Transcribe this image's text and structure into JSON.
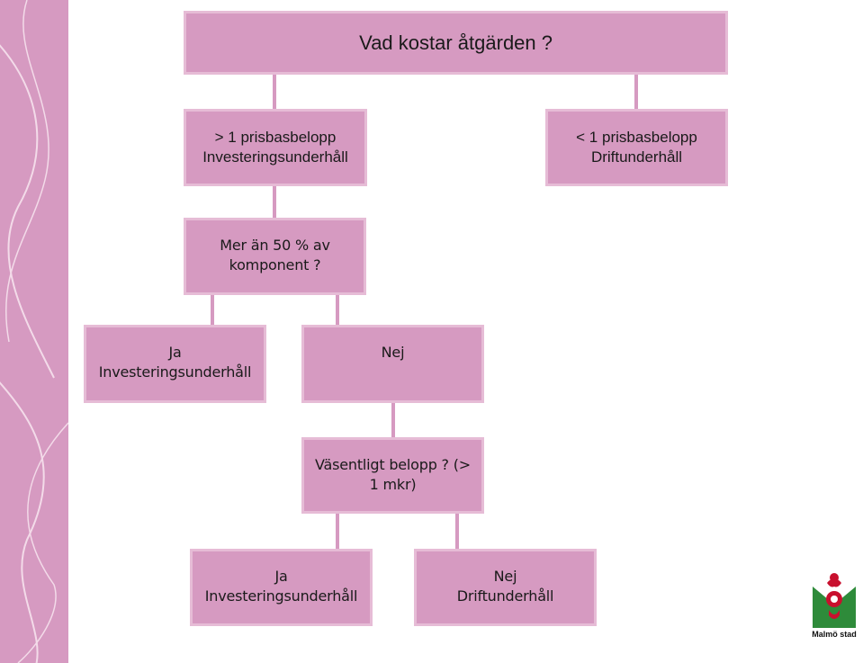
{
  "diagram": {
    "title": "Vad kostar åtgärden ?",
    "nodes": [
      {
        "id": "over_base",
        "text": "> 1 prisbasbelopp\nInvesteringsunderhåll"
      },
      {
        "id": "under_base",
        "text": "< 1 prisbasbelopp\nDriftunderhåll"
      },
      {
        "id": "over_50",
        "text": "Mer än 50 % av\nkomponent ?"
      },
      {
        "id": "yes_1",
        "text": "Ja\nInvesteringsunderhåll"
      },
      {
        "id": "no_1",
        "text": "Nej"
      },
      {
        "id": "significant",
        "text": "Väsentligt belopp ? (>\n1 mkr)"
      },
      {
        "id": "yes_2",
        "text": "Ja\nInvesteringsunderhåll"
      },
      {
        "id": "no_2",
        "text": "Nej\nDriftunderhåll"
      }
    ]
  },
  "logo": {
    "text": "Malmö stad",
    "colors": {
      "green": "#2e8b3a",
      "red": "#c8102e"
    }
  },
  "colors": {
    "box_fill": "#d69ac1",
    "box_border": "#e6bcd6",
    "sidebar": "#d69ac1"
  }
}
